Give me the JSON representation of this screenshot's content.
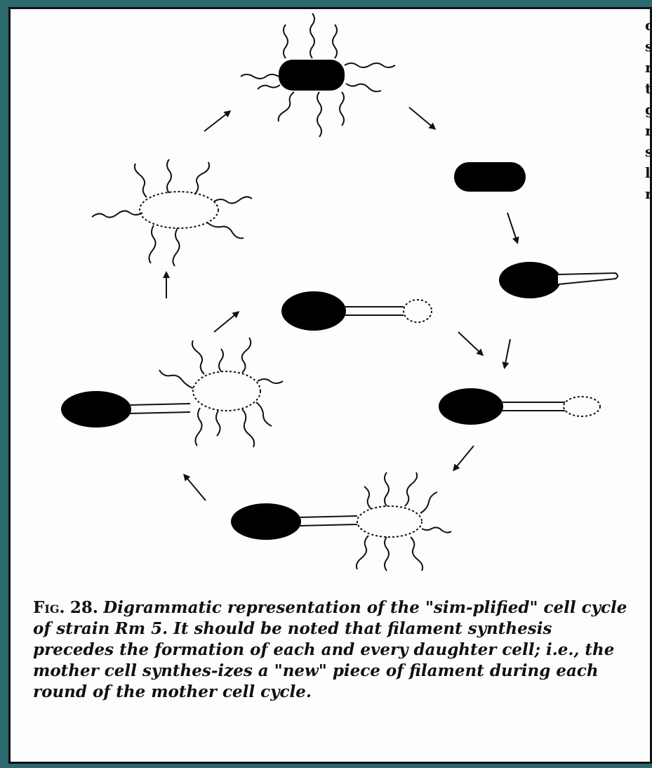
{
  "figure": {
    "label": "Fig.",
    "number": "28.",
    "caption_part1": "Digrammatic representation of the \"sim-plified\" cell cycle of strain",
    "caption_strain": "Rm 5",
    "caption_part2": ". It should be noted that filament synthesis precedes the formation of each and every daughter cell; i.e., the mother cell synthes-izes a \"new\" piece of filament during each round of the mother cell cycle."
  },
  "right_column_fragments": [
    "c",
    "s",
    "r",
    "t",
    "g",
    "r",
    "s",
    "l",
    "r"
  ],
  "stages": [
    {
      "id": "mature-mother-cell",
      "state": "flagellated"
    },
    {
      "id": "mother-cell",
      "state": "non-flagellated"
    },
    {
      "id": "mother-cell-with-filament",
      "state": "filament"
    },
    {
      "id": "mother-cell-with-bud",
      "state": "bud"
    },
    {
      "id": "mother-cell-with-flagellated-daughter",
      "state": "daughter-flagellated"
    },
    {
      "id": "mother-cell-released-daughter",
      "state": "daughter-released"
    },
    {
      "id": "free-daughter-cell",
      "state": "flagellated-daughter"
    }
  ],
  "colors": {
    "cell": "#000000",
    "line": "#111111",
    "frame": "#2a6a6e"
  }
}
